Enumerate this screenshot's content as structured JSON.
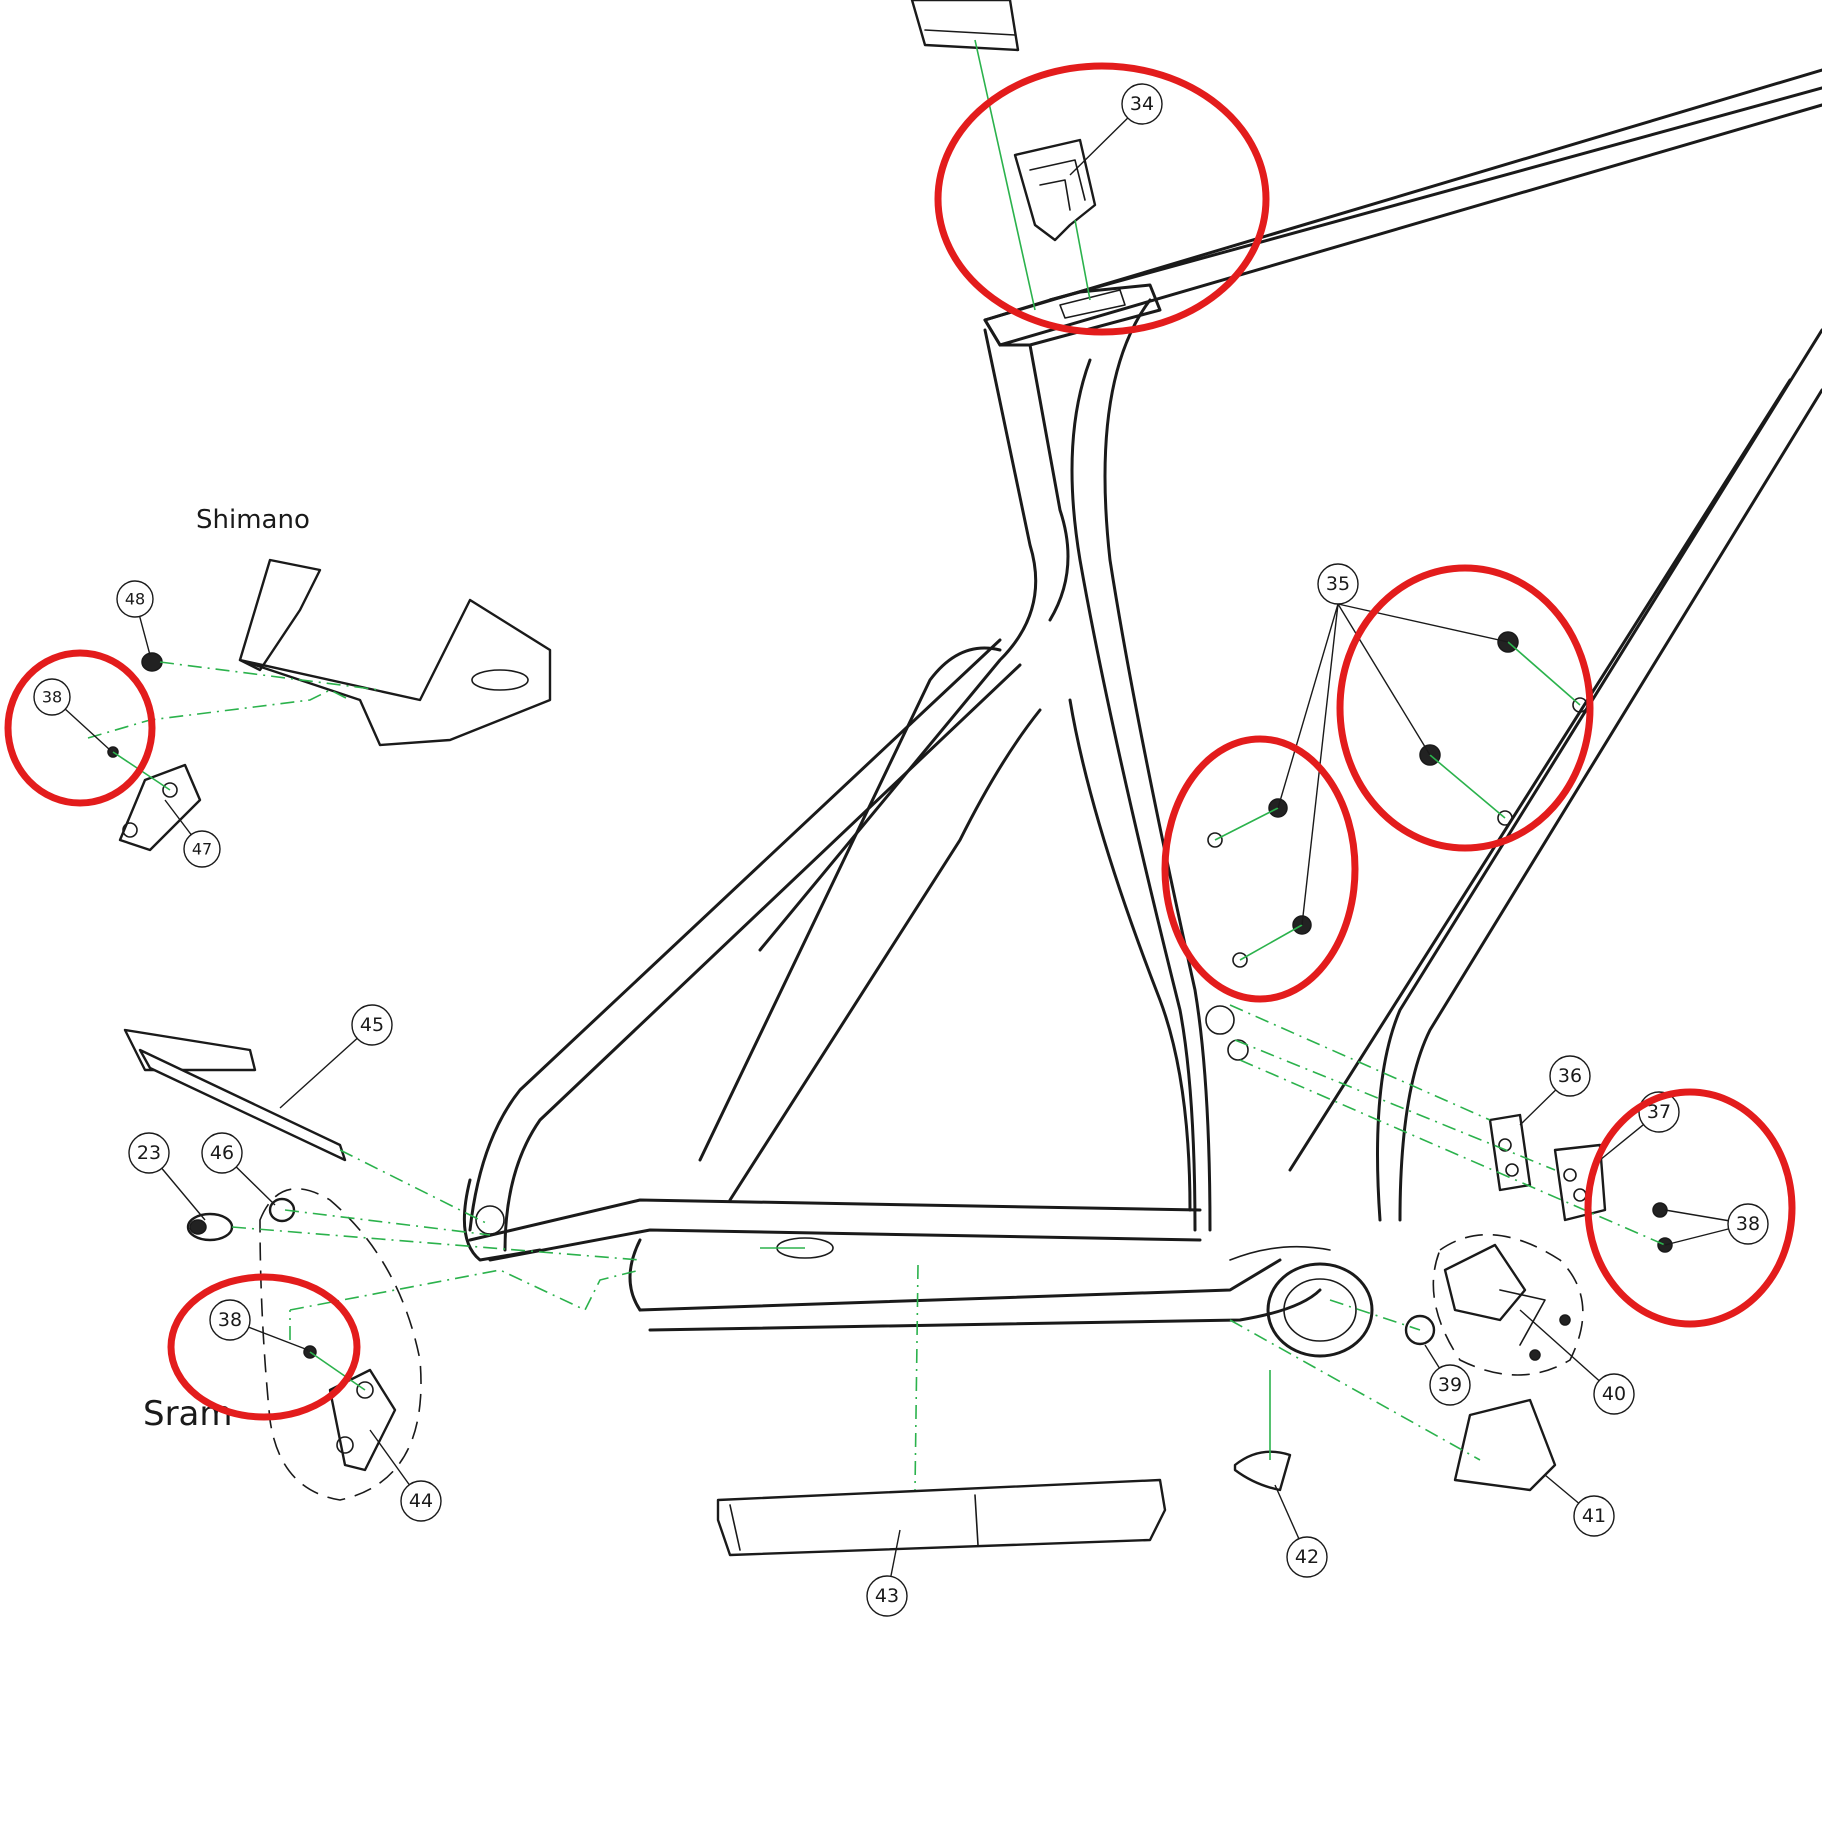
{
  "diagram": {
    "labels": {
      "shimano": "Shimano",
      "sram": "Sram"
    },
    "callouts": {
      "c34": "34",
      "c35": "35",
      "c36": "36",
      "c37": "37",
      "c38_right": "38",
      "c38_left_top": "38",
      "c38_left_bottom": "38",
      "c39": "39",
      "c40": "40",
      "c41": "41",
      "c42": "42",
      "c43": "43",
      "c44": "44",
      "c45": "45",
      "c46": "46",
      "c47": "47",
      "c48": "48",
      "c23": "23"
    },
    "colors": {
      "line": "#1a1a1a",
      "guide": "#2bb24c",
      "highlight": "#e31c1c",
      "background": "#ffffff"
    }
  }
}
